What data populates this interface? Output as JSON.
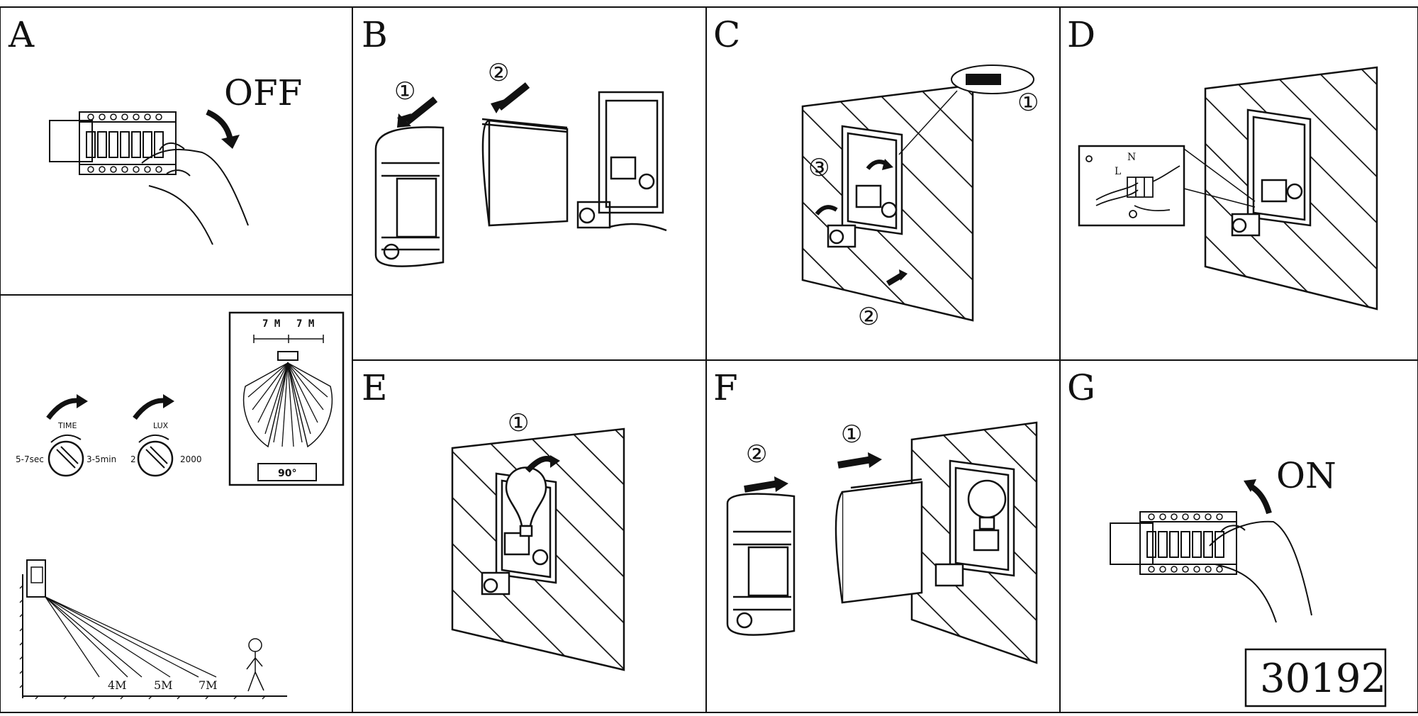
{
  "panels": {
    "a": {
      "letter": "A",
      "state_label": "OFF"
    },
    "b": {
      "letter": "B",
      "step1": "①",
      "step2": "②"
    },
    "c": {
      "letter": "C",
      "step1": "①",
      "step2": "②",
      "step3": "③"
    },
    "d": {
      "letter": "D",
      "wire_n": "N",
      "wire_l": "L"
    },
    "e": {
      "letter": "E",
      "step1": "①"
    },
    "f": {
      "letter": "F",
      "step1": "①",
      "step2": "②"
    },
    "g": {
      "letter": "G",
      "state_label": "ON",
      "model_number": "30192"
    }
  },
  "sensor_settings": {
    "time": {
      "label": "TIME",
      "min": "5-7sec",
      "max": "3-5min"
    },
    "lux": {
      "label": "LUX",
      "min": "2",
      "max": "2000"
    },
    "coverage": {
      "left": "7 M",
      "right": "7 M",
      "angle": "90°"
    },
    "range": {
      "near": "4M",
      "mid": "5M",
      "far": "7M"
    }
  },
  "colors": {
    "line": "#111111",
    "background": "#ffffff",
    "fill_dark": "#111111"
  }
}
